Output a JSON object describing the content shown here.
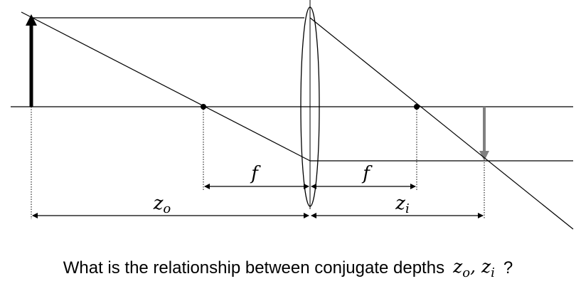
{
  "diagram": {
    "focal_label": "f",
    "object_distance": {
      "symbol": "z",
      "subscript": "o"
    },
    "image_distance": {
      "symbol": "z",
      "subscript": "i"
    },
    "colors": {
      "lines": "#000000",
      "object_arrow": "#000000",
      "image_arrow": "#808080"
    }
  },
  "caption": {
    "question": "What is the relationship between conjugate depths",
    "math": {
      "symbol1": "z",
      "sub1": "o",
      "separator": ", ",
      "symbol2": "z",
      "sub2": "i"
    },
    "end": "?"
  }
}
